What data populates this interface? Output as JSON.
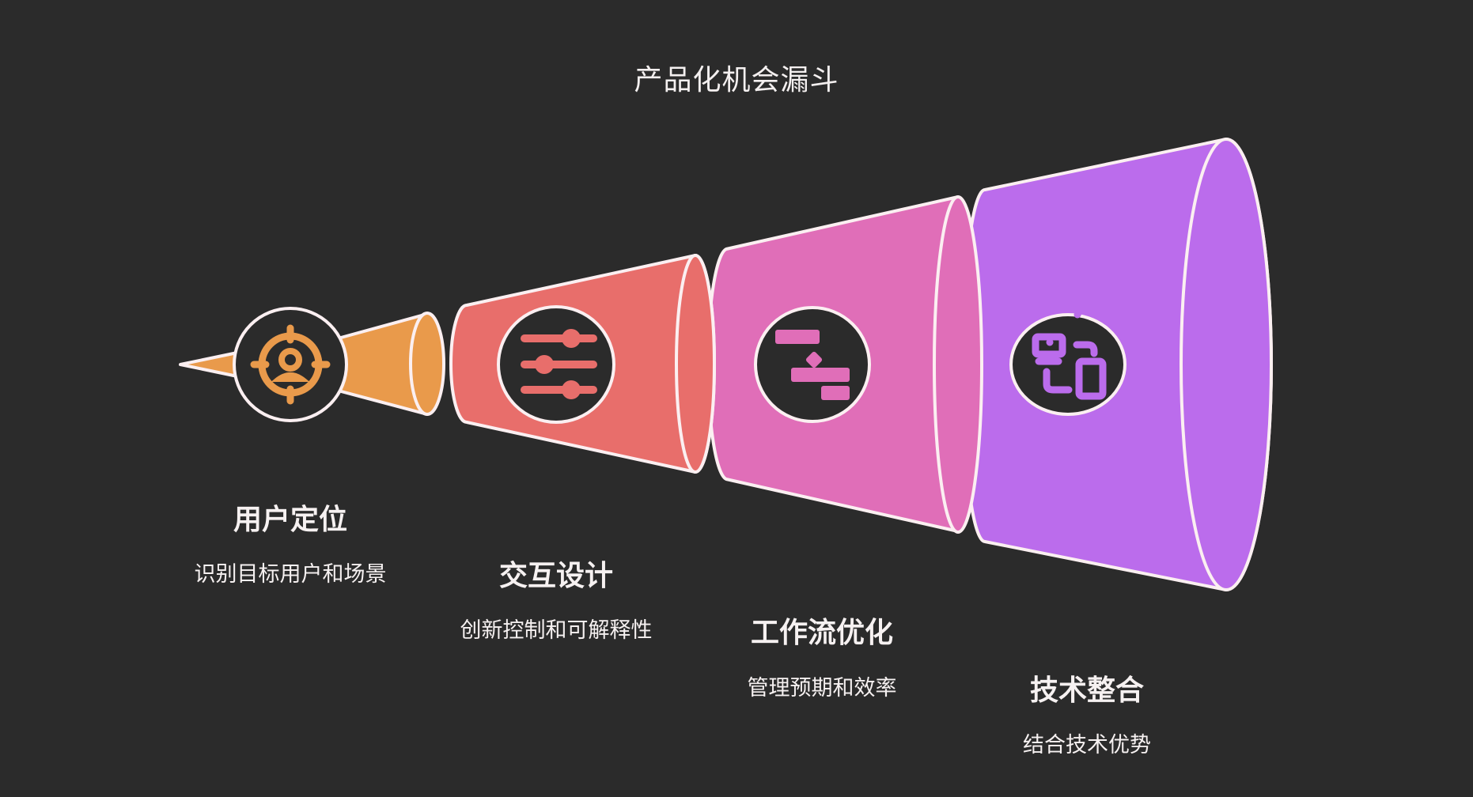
{
  "title": "产品化机会漏斗",
  "colors": {
    "background": "#2b2b2b",
    "outline": "#fbeff1",
    "stage1": "#e99a4b",
    "stage2": "#e86e6b",
    "stage3": "#e06eb8",
    "stage4": "#bb6cec",
    "icon_bg": "#2b2b2b"
  },
  "stages": [
    {
      "title": "用户定位",
      "desc": "识别目标用户和场景",
      "icon": "target-user-icon",
      "color": "#e99a4b"
    },
    {
      "title": "交互设计",
      "desc": "创新控制和可解释性",
      "icon": "sliders-icon",
      "color": "#e86e6b"
    },
    {
      "title": "工作流优化",
      "desc": "管理预期和效率",
      "icon": "gantt-workflow-icon",
      "color": "#e06eb8"
    },
    {
      "title": "技术整合",
      "desc": "结合技术优势",
      "icon": "device-sync-icon",
      "color": "#bb6cec"
    }
  ]
}
